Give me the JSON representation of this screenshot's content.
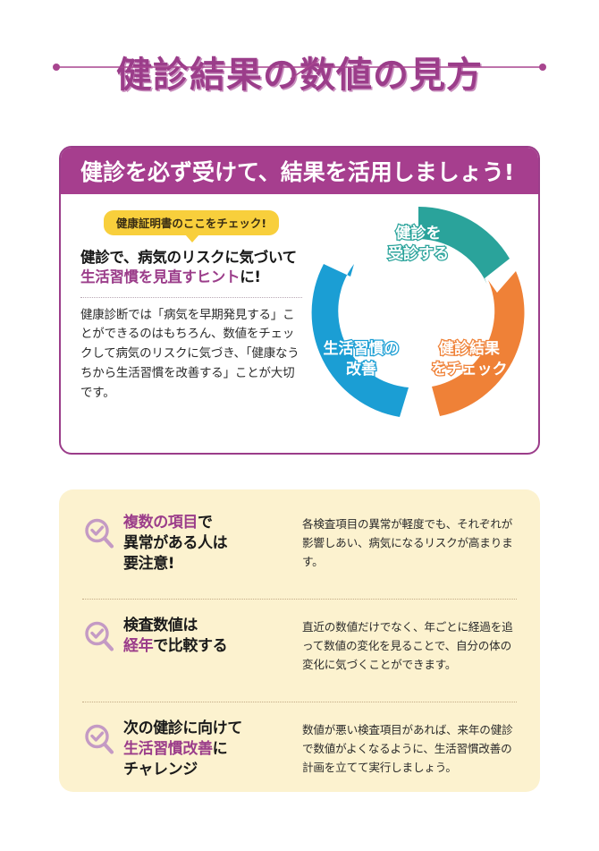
{
  "title": {
    "text": "健診結果の数値の見方",
    "color": "#9b3d8a"
  },
  "panel": {
    "header": "健診を必ず受けて、結果を活用しましょう!",
    "header_bg": "#a63e8e",
    "badge": "健康証明書のここをチェック!",
    "badge_bg": "#f8cf3c",
    "lead_line1": "健診で、病気のリスクに気づいて",
    "lead_line2_highlight": "生活習慣を見直すヒント",
    "lead_line2_tail": "に!",
    "body": "健康診断では「病気を早期発見する」ことができるのはもちろん、数値をチェックして病気のリスクに気づき、「健康なうちから生活習慣を改善する」ことが大切です。"
  },
  "cycle": {
    "segments": [
      {
        "id": "step-1",
        "label_line1": "健診を",
        "label_line2": "受診する",
        "color": "#2aa39b"
      },
      {
        "id": "step-2",
        "label_line1": "健診結果",
        "label_line2": "をチェック",
        "color": "#ef8137"
      },
      {
        "id": "step-3",
        "label_line1": "生活習慣の",
        "label_line2": "改善",
        "color": "#1b9ed4"
      }
    ]
  },
  "tips": [
    {
      "icon": "magnifier-check-icon",
      "head_a": "複数の項目",
      "head_b": "で",
      "head_c": "異常がある人は",
      "head_d": "要注意!",
      "desc": "各検査項目の異常が軽度でも、それぞれが影響しあい、病気になるリスクが高まります。"
    },
    {
      "icon": "magnifier-check-icon",
      "head_a": "",
      "head_b": "検査数値は",
      "head_c": "経年",
      "head_d": "で比較する",
      "desc": "直近の数値だけでなく、年ごとに経過を追って数値の変化を見ることで、自分の体の変化に気づくことができます。"
    },
    {
      "icon": "magnifier-check-icon",
      "head_a": "次の健診に向けて",
      "head_b": "生活習慣改善",
      "head_c": "に",
      "head_d": "チャレンジ",
      "desc": "数値が悪い検査項目があれば、来年の健診で数値がよくなるように、生活習慣改善の計画を立てて実行しましょう。"
    }
  ],
  "colors": {
    "purple": "#9b3d8a",
    "yellow": "#f8cf3c",
    "cream": "#fcf2cf",
    "teal": "#2aa39b",
    "orange": "#ef8137",
    "blue": "#1b9ed4",
    "icon_purple": "#c49ac4"
  }
}
